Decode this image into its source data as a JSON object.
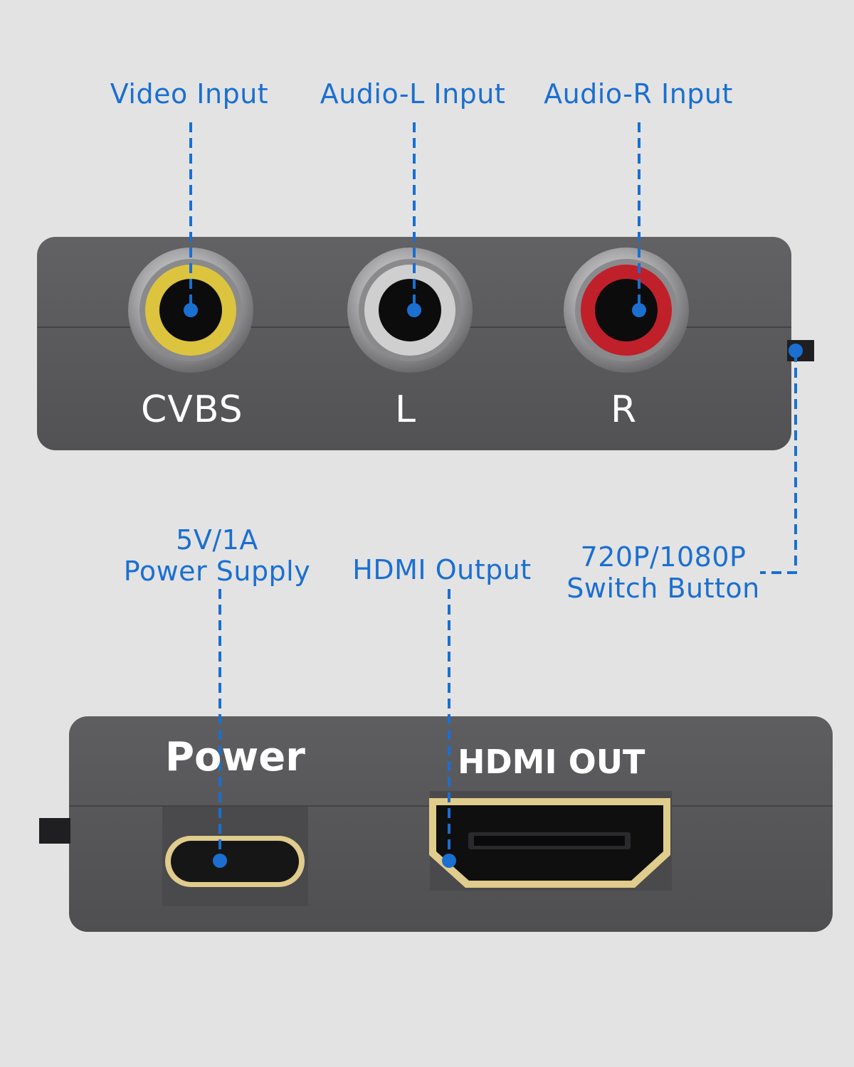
{
  "colors": {
    "background": "#e3e3e3",
    "callout": "#1a6fd1",
    "device_body": "#5b5b5d",
    "device_dark": "#3e3e40",
    "jack_video": "#d9c13a",
    "jack_audio_l": "#c9c9c9",
    "jack_audio_r": "#c0202a",
    "connector_gold": "#e0cc8c"
  },
  "callouts": {
    "video_input": "Video Input",
    "audio_l_input": "Audio-L Input",
    "audio_r_input": "Audio-R Input",
    "power_supply_line1": "5V/1A",
    "power_supply_line2": "Power Supply",
    "hdmi_output": "HDMI Output",
    "switch_button_line1": "720P/1080P",
    "switch_button_line2": "Switch Button"
  },
  "device_labels": {
    "cvbs": "CVBS",
    "left": "L",
    "right": "R",
    "power": "Power",
    "hdmi_out": "HDMI OUT"
  },
  "icons": {
    "video_jack": "rca-jack-yellow-icon",
    "audio_l_jack": "rca-jack-white-icon",
    "audio_r_jack": "rca-jack-red-icon",
    "power_port": "usb-c-port-icon",
    "hdmi_port": "hdmi-port-icon",
    "switch": "switch-button-icon"
  }
}
